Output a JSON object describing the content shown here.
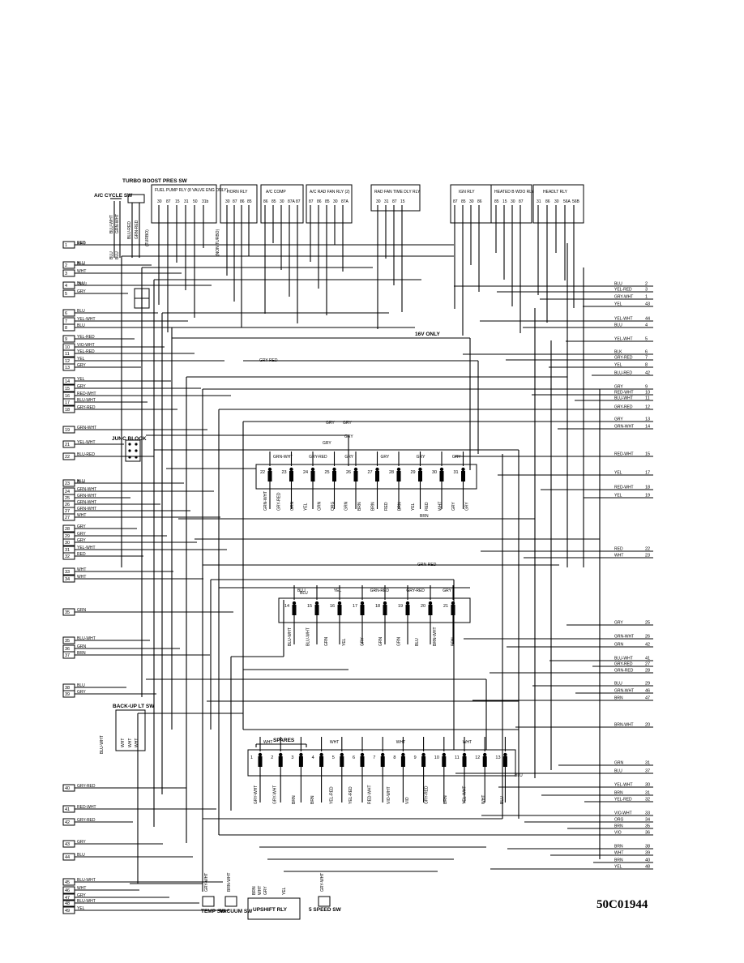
{
  "diagram_code": "50C01944",
  "components": {
    "ac_cycle_sw": "A/C CYCLE SW",
    "turbo_boost_sw": "TURBO BOOST PRES SW",
    "fuel_pump_rly": "FUEL PUMP RLY (8 VALVE ENG ONLY)",
    "horn_rly": "HORN RLY",
    "ac_comp": "A/C COMP",
    "ac_rad_fan_rly": "A/C RAD FAN RLY (2)",
    "rad_fan_time_dly_rly": "RAD FAN TIME DLY RLY",
    "ign_rly": "IGN RLY",
    "heated_b_wdo_rly": "HEATED B WDO RLY",
    "headlt_rly": "HEADLT RLY",
    "junc_block": "JUNC BLOCK",
    "back_up_lt_sw": "BACK-UP LT SW",
    "spares": "SPARES",
    "temp_sw": "TEMP SW",
    "vacuum_sw": "VACUUM SW",
    "upshift_rly": "UPSHIFT RLY",
    "five_speed_sw": "5 SPEED SW",
    "sixteen_v_only": "16V ONLY",
    "turbo_note": "(TURBO)",
    "non_turbo_note": "(NON TURBO)"
  },
  "left_terminals": [
    {
      "num": "1",
      "wire": "RED"
    },
    {
      "num": "2",
      "wire": "BLU"
    },
    {
      "num": "3",
      "wire": "WHT"
    },
    {
      "num": "4",
      "wire": "BLU"
    },
    {
      "num": "5",
      "wire": "GRY"
    },
    {
      "num": "6",
      "wire": "BLU"
    },
    {
      "num": "7",
      "wire": "YEL-WHT"
    },
    {
      "num": "8",
      "wire": "BLU"
    },
    {
      "num": "9",
      "wire": "YEL-RED"
    },
    {
      "num": "10",
      "wire": "VIO-WHT"
    },
    {
      "num": "11",
      "wire": "YEL-RED"
    },
    {
      "num": "12",
      "wire": "YEL"
    },
    {
      "num": "13",
      "wire": "GRY"
    },
    {
      "num": "14",
      "wire": "YEL"
    },
    {
      "num": "15",
      "wire": "GRY"
    },
    {
      "num": "16",
      "wire": "RED-WHT"
    },
    {
      "num": "17",
      "wire": "BLU-WHT"
    },
    {
      "num": "18",
      "wire": "GRY-RED"
    },
    {
      "num": "19",
      "wire": "GRN-WHT"
    },
    {
      "num": "21",
      "wire": "YEL-WHT"
    },
    {
      "num": "22",
      "wire": "BLU-RED"
    },
    {
      "num": "23",
      "wire": "BLU"
    },
    {
      "num": "24",
      "wire": "GRN-WHT"
    },
    {
      "num": "25",
      "wire": "GRN-WHT"
    },
    {
      "num": "26",
      "wire": "GRN-WHT"
    },
    {
      "num": "27",
      "wire": "GRN-WHT"
    },
    {
      "num": "27",
      "wire": "WHT"
    },
    {
      "num": "28",
      "wire": "GRY"
    },
    {
      "num": "29",
      "wire": "GRY"
    },
    {
      "num": "30",
      "wire": "GRY"
    },
    {
      "num": "31",
      "wire": "YEL-WHT"
    },
    {
      "num": "32",
      "wire": "RED"
    },
    {
      "num": "33",
      "wire": "WHT"
    },
    {
      "num": "34",
      "wire": "WHT"
    },
    {
      "num": "35",
      "wire": "GRN"
    },
    {
      "num": "35",
      "wire": "BLU-WHT"
    },
    {
      "num": "36",
      "wire": "GRN"
    },
    {
      "num": "37",
      "wire": "BRN"
    },
    {
      "num": "38",
      "wire": "BLU"
    },
    {
      "num": "39",
      "wire": "GRY"
    },
    {
      "num": "40",
      "wire": "GRY-RED"
    },
    {
      "num": "41",
      "wire": "RED-WHT"
    },
    {
      "num": "42",
      "wire": "GRY-RED"
    },
    {
      "num": "43",
      "wire": "GRY"
    },
    {
      "num": "44",
      "wire": "BLU"
    },
    {
      "num": "45",
      "wire": "BLU-WHT"
    },
    {
      "num": "46",
      "wire": "WHT"
    },
    {
      "num": "47",
      "wire": "GRY"
    },
    {
      "num": "48",
      "wire": "BLU-WHT"
    },
    {
      "num": "49",
      "wire": "YEL"
    }
  ],
  "right_terminals": [
    {
      "wire": "BLU",
      "num": "2"
    },
    {
      "wire": "YEL-RED",
      "num": "3"
    },
    {
      "wire": "GRY-WHT",
      "num": "1"
    },
    {
      "wire": "YEL",
      "num": "43"
    },
    {
      "wire": "YEL-WHT",
      "num": "44"
    },
    {
      "wire": "BLU",
      "num": "4"
    },
    {
      "wire": "YEL-WHT",
      "num": "5"
    },
    {
      "wire": "BLK",
      "num": "6"
    },
    {
      "wire": "GRY-RED",
      "num": "7"
    },
    {
      "wire": "YEL",
      "num": "8"
    },
    {
      "wire": "BLU-RED",
      "num": "42"
    },
    {
      "wire": "GRY",
      "num": "9"
    },
    {
      "wire": "RED-WHT",
      "num": "10"
    },
    {
      "wire": "BLU-WHT",
      "num": "11"
    },
    {
      "wire": "GRY-RED",
      "num": "12"
    },
    {
      "wire": "GRY",
      "num": "13"
    },
    {
      "wire": "GRN-WHT",
      "num": "14"
    },
    {
      "wire": "RED-WHT",
      "num": "15"
    },
    {
      "wire": "YEL",
      "num": "17"
    },
    {
      "wire": "RED-WHT",
      "num": "18"
    },
    {
      "wire": "YEL",
      "num": "19"
    },
    {
      "wire": "RED",
      "num": "22"
    },
    {
      "wire": "WHT",
      "num": "23"
    },
    {
      "wire": "GRY",
      "num": "25"
    },
    {
      "wire": "GRN-WHT",
      "num": "26"
    },
    {
      "wire": "GRN",
      "num": "42"
    },
    {
      "wire": "BLU-WHT",
      "num": "41"
    },
    {
      "wire": "GRY-RED",
      "num": "27"
    },
    {
      "wire": "GRN-RED",
      "num": "28"
    },
    {
      "wire": "BLU",
      "num": "29"
    },
    {
      "wire": "GRN-WHT",
      "num": "46"
    },
    {
      "wire": "BRN",
      "num": "47"
    },
    {
      "wire": "BRN-WHT",
      "num": "20"
    },
    {
      "wire": "GRN",
      "num": "31"
    },
    {
      "wire": "BLU",
      "num": "37"
    },
    {
      "wire": "YEL-WHT",
      "num": "30"
    },
    {
      "wire": "BRN",
      "num": "31"
    },
    {
      "wire": "YEL-RED",
      "num": "32"
    },
    {
      "wire": "VIO-WHT",
      "num": "33"
    },
    {
      "wire": "ORG",
      "num": "34"
    },
    {
      "wire": "BRN",
      "num": "35"
    },
    {
      "wire": "VIO",
      "num": "36"
    },
    {
      "wire": "BRN",
      "num": "38"
    },
    {
      "wire": "WHT",
      "num": "39"
    },
    {
      "wire": "BRN",
      "num": "40"
    },
    {
      "wire": "YEL",
      "num": "48"
    }
  ],
  "connector_a": {
    "pins": [
      "22",
      "23",
      "24",
      "25",
      "26",
      "27",
      "28",
      "29",
      "30",
      "31"
    ],
    "top_labels": [
      "GRN-WHT",
      "GRY-RED",
      "GRY",
      "GRY",
      "GRY",
      "GRY"
    ],
    "bottom_labels": [
      "GRN-WHT",
      "GRY-RED",
      "GRN",
      "YEL",
      "GRN",
      "ORG",
      "GRN",
      "BRN",
      "BRN",
      "RED",
      "BRN",
      "YEL",
      "RED",
      "WHT",
      "GRY",
      "GRY"
    ]
  },
  "connector_b": {
    "pins": [
      "14",
      "15",
      "16",
      "17",
      "18",
      "19",
      "20",
      "21"
    ],
    "top_labels": [
      "BLU",
      "YEL",
      "GRN-RED",
      "GRY-RED",
      "GRY"
    ],
    "bottom_labels": [
      "BLU-WHT",
      "BLU-WHT",
      "GRN",
      "YEL",
      "GRY",
      "GRN",
      "GRN",
      "BLU",
      "BRN-WHT",
      "BRN"
    ]
  },
  "connector_c": {
    "pins": [
      "1",
      "2",
      "3",
      "4",
      "5",
      "6",
      "7",
      "8",
      "9",
      "10",
      "11",
      "12",
      "13"
    ],
    "top_labels": [
      "WHT",
      "WHT",
      "WHT",
      "WHT"
    ],
    "bottom_labels": [
      "GRY-WHT",
      "GRY-WHT",
      "BRN",
      "BRN",
      "YEL-RED",
      "YEL-RED",
      "RED-WHT",
      "VIO-WHT",
      "VIO",
      "GRY-RED",
      "BRN",
      "YEL-WHT",
      "WHT",
      "BLU"
    ]
  },
  "relay_pins": {
    "fuel_pump": [
      "30",
      "87",
      "15",
      "31",
      "50",
      "31b"
    ],
    "horn": [
      "30",
      "87",
      "86",
      "85"
    ],
    "ac_comp": [
      "86",
      "85",
      "30",
      "87A",
      "87"
    ],
    "ac_rad_fan": [
      "87",
      "86",
      "85",
      "30",
      "87A"
    ],
    "rad_fan": [
      "30",
      "31",
      "87",
      "15"
    ],
    "ign": [
      "87",
      "85",
      "30",
      "86"
    ],
    "heated": [
      "85",
      "15",
      "30",
      "87"
    ],
    "headlt": [
      "31",
      "86",
      "30",
      "56A",
      "56B"
    ]
  },
  "misc_labels": [
    "GRY",
    "GRY",
    "GRY-RED",
    "GRY",
    "GRY",
    "GRN-RED",
    "BRN",
    "BLU",
    "BLU",
    "BLU",
    "BLU",
    "RED",
    "BLU"
  ]
}
